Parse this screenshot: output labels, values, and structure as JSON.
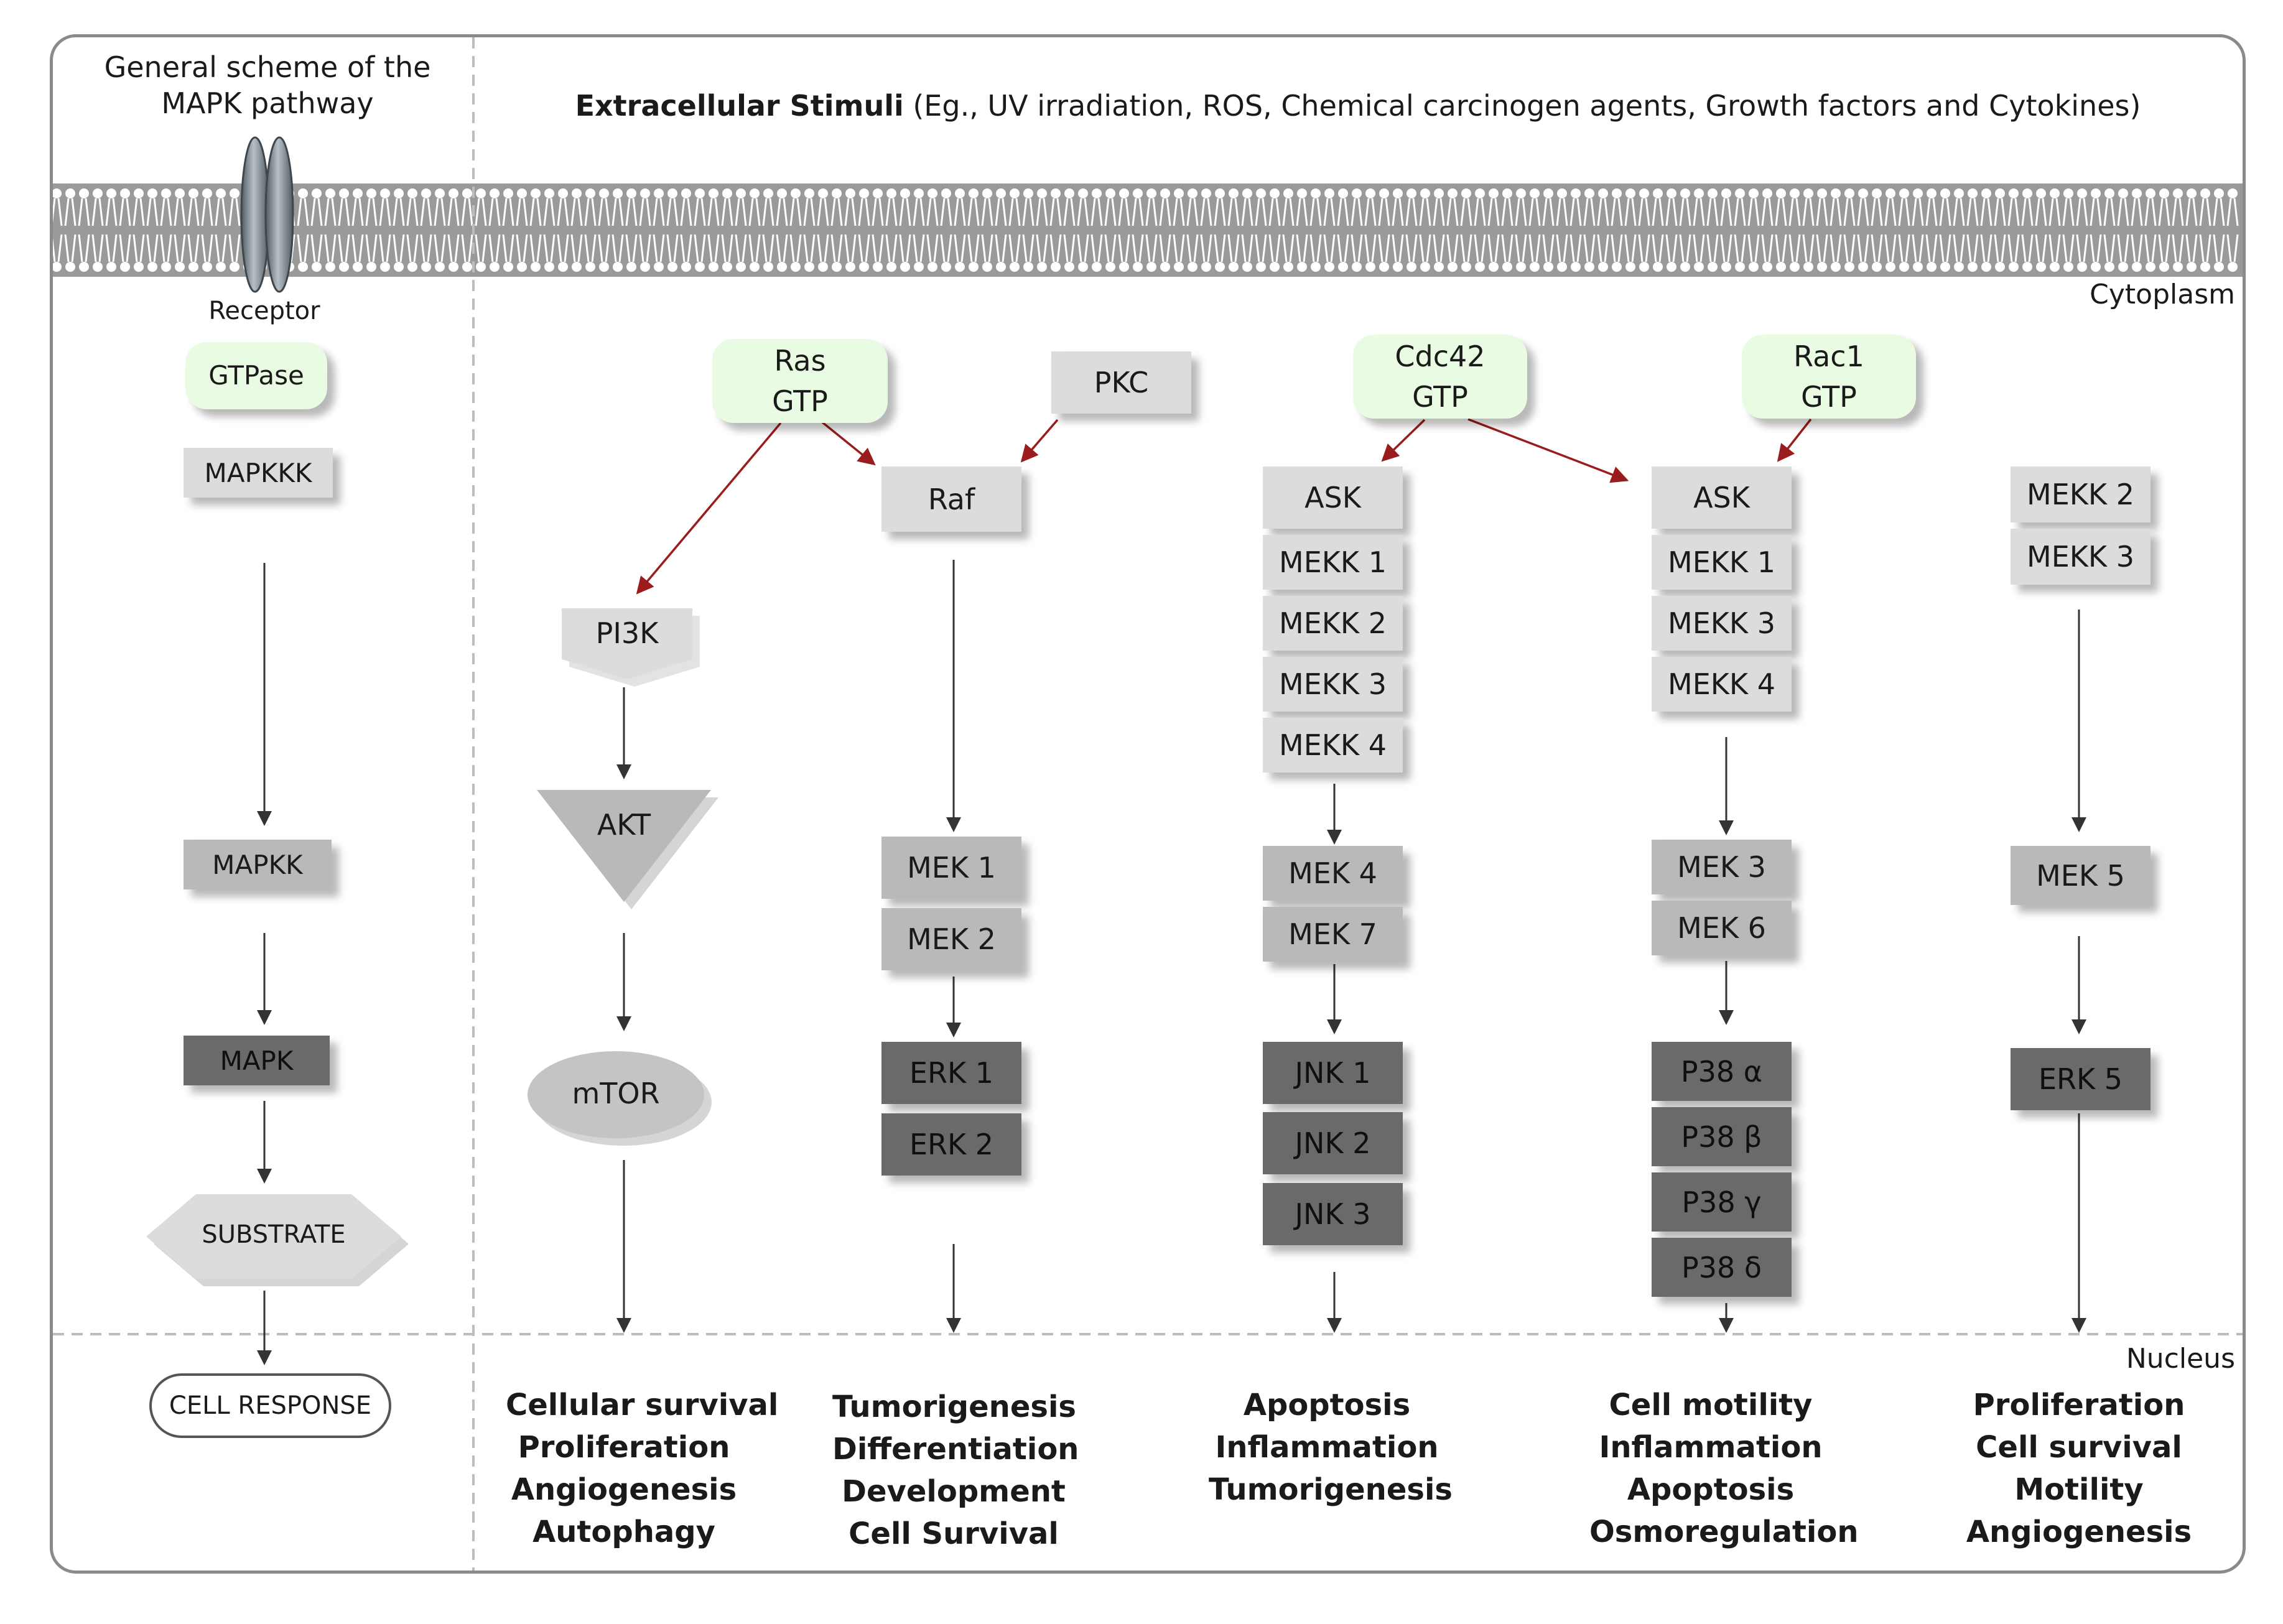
{
  "legend": {
    "title_line1": "General scheme of the",
    "title_line2": "MAPK pathway",
    "receptor": "Receptor",
    "gtpase": "GTPase",
    "mapkkk": "MAPKKK",
    "mapkk": "MAPKK",
    "mapk": "MAPK",
    "substrate": "SUBSTRATE",
    "cell_response": "CELL RESPONSE"
  },
  "header": {
    "stimuli_bold": "Extracellular Stimuli",
    "stimuli_rest": " (Eg., UV irradiation, ROS, Chemical carcinogen agents, Growth factors and Cytokines)"
  },
  "regions": {
    "cytoplasm": "Cytoplasm",
    "nucleus": "Nucleus"
  },
  "pathways": {
    "pi3k": {
      "kinases": [
        "PI3K",
        "AKT",
        "mTOR"
      ],
      "responses": [
        "Cellular survival",
        "Proliferation",
        "Angiogenesis",
        "Autophagy"
      ]
    },
    "erk": {
      "activators": [
        {
          "line1": "Ras",
          "line2": "GTP"
        },
        {
          "line1": "PKC"
        }
      ],
      "mapkkk": [
        "Raf"
      ],
      "mapkk": [
        "MEK 1",
        "MEK 2"
      ],
      "mapk": [
        "ERK 1",
        "ERK 2"
      ],
      "responses": [
        "Tumorigenesis",
        "Differentiation",
        "Development",
        "Cell Survival"
      ]
    },
    "jnk": {
      "activator": {
        "line1": "Cdc42",
        "line2": "GTP"
      },
      "mapkkk": [
        "ASK",
        "MEKK 1",
        "MEKK 2",
        "MEKK 3",
        "MEKK 4"
      ],
      "mapkk": [
        "MEK 4",
        "MEK 7"
      ],
      "mapk": [
        "JNK 1",
        "JNK 2",
        "JNK 3"
      ],
      "responses": [
        "Apoptosis",
        "Inflammation",
        "Tumorigenesis"
      ]
    },
    "p38": {
      "activator": {
        "line1": "Rac1",
        "line2": "GTP"
      },
      "mapkkk": [
        "ASK",
        "MEKK 1",
        "MEKK 3",
        "MEKK 4"
      ],
      "mapkk": [
        "MEK 3",
        "MEK 6"
      ],
      "mapk": [
        "P38 α",
        "P38 β",
        "P38 γ",
        "P38 δ"
      ],
      "responses": [
        "Cell motility",
        "Inflammation",
        "Apoptosis",
        "Osmoregulation"
      ]
    },
    "erk5": {
      "mapkkk": [
        "MEKK 2",
        "MEKK 3"
      ],
      "mapkk": [
        "MEK 5"
      ],
      "mapk": [
        "ERK 5"
      ],
      "responses": [
        "Proliferation",
        "Cell survival",
        "Motility",
        "Angiogenesis"
      ]
    }
  },
  "colors": {
    "activator_fill": "#e9fbe2",
    "mapkkk_fill": "#dcdcdc",
    "mapkk_fill": "#b9b9b9",
    "mapk_fill": "#6a6a6a",
    "activation_arrow": "#9b1c1c",
    "cascade_arrow": "#333333",
    "membrane": "#9a9a9a"
  }
}
